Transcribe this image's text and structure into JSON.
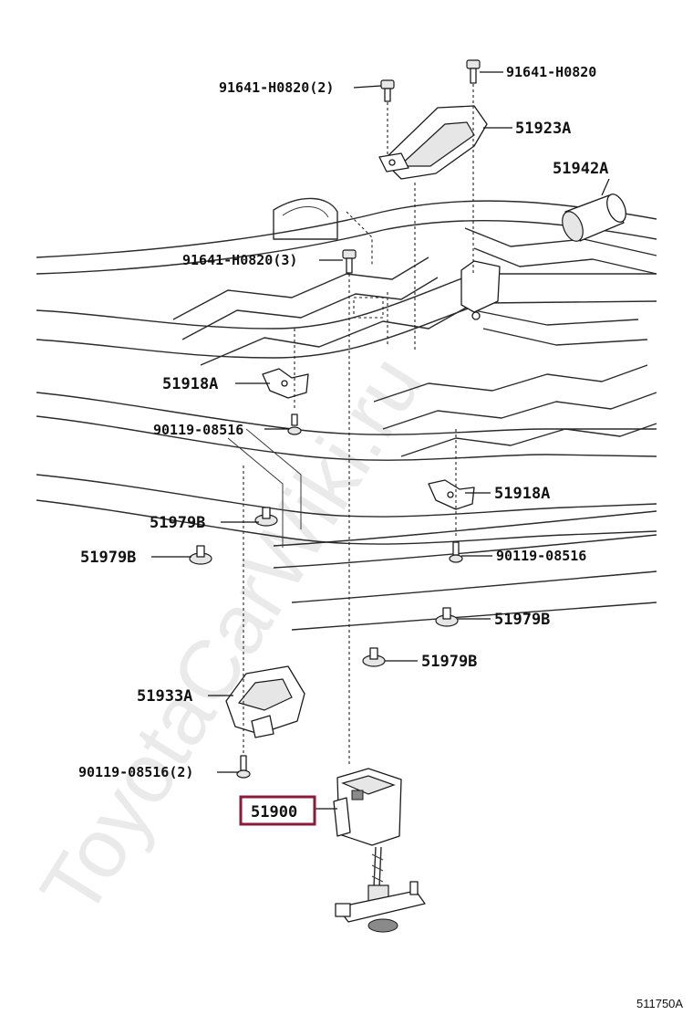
{
  "diagram": {
    "figure_id": "511750A",
    "watermark": "ToyotaCarWiki.ru",
    "highlighted_part": "51900",
    "highlight_color": "#8b1a3a",
    "callouts": [
      {
        "id": "bolt-top-left",
        "label": "91641-H0820(2)"
      },
      {
        "id": "bolt-top-right",
        "label": "91641-H0820"
      },
      {
        "id": "bracket-top",
        "label": "51923A"
      },
      {
        "id": "sleeve",
        "label": "51942A"
      },
      {
        "id": "bolt-mid",
        "label": "91641-H0820(3)"
      },
      {
        "id": "clamp-left",
        "label": "51918A"
      },
      {
        "id": "bolt-left",
        "label": "90119-08516"
      },
      {
        "id": "clamp-right",
        "label": "51918A"
      },
      {
        "id": "stopper-1",
        "label": "51979B"
      },
      {
        "id": "stopper-2",
        "label": "51979B"
      },
      {
        "id": "bolt-right",
        "label": "90119-08516"
      },
      {
        "id": "stopper-3",
        "label": "51979B"
      },
      {
        "id": "stopper-4",
        "label": "51979B"
      },
      {
        "id": "bracket-bottom",
        "label": "51933A"
      },
      {
        "id": "bolt-bottom",
        "label": "90119-08516(2)"
      },
      {
        "id": "carrier",
        "label": "51900"
      }
    ]
  }
}
